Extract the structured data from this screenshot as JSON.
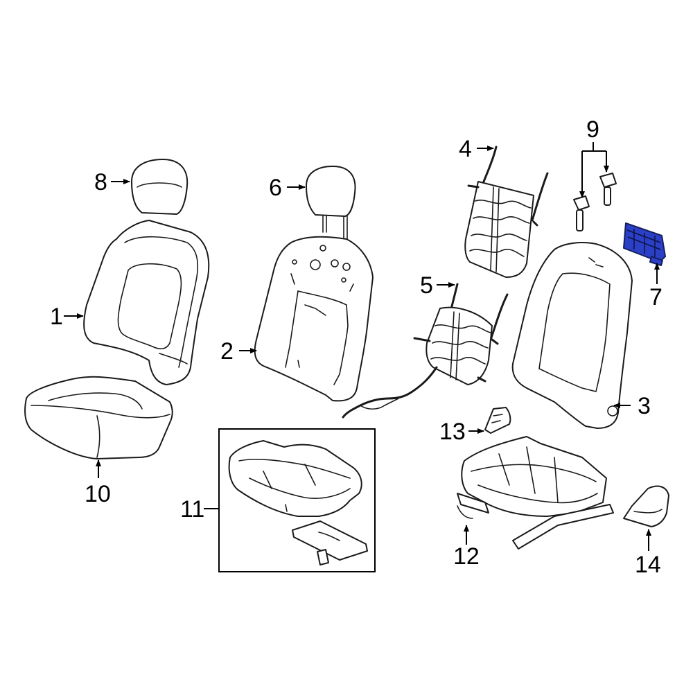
{
  "callouts": {
    "c1": "1",
    "c2": "2",
    "c3": "3",
    "c4": "4",
    "c5": "5",
    "c6": "6",
    "c7": "7",
    "c8": "8",
    "c9": "9",
    "c10": "10",
    "c11": "11",
    "c12": "12",
    "c13": "13",
    "c14": "14"
  },
  "colors": {
    "highlight": "#2b3fc7",
    "line": "#1a1a1a",
    "background": "#ffffff"
  }
}
